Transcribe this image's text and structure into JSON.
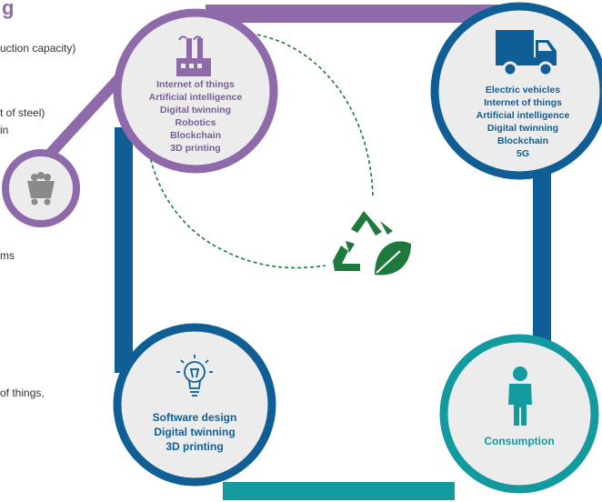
{
  "left_fragments": {
    "heading_fragment": "g",
    "line1": "uction capacity)",
    "line2": "t of steel)",
    "line3": "in",
    "line4": "ms",
    "line5": "of things,"
  },
  "nodes": {
    "production": {
      "items": [
        "Internet of things",
        "Artificial intelligence",
        "Digital twinning",
        "Robotics",
        "Blockchain",
        "3D printing"
      ],
      "icon": "factory-icon",
      "color": "#7a5c99"
    },
    "distribution": {
      "items": [
        "Electric vehicles",
        "Internet of things",
        "Artificial intelligence",
        "Digital twinning",
        "Blockchain",
        "5G"
      ],
      "icon": "truck-icon",
      "color": "#0e5a8a"
    },
    "design": {
      "items": [
        "Software design",
        "Digital twinning",
        "3D printing"
      ],
      "icon": "lightbulb-icon",
      "color": "#0e5a8a"
    },
    "consumption": {
      "items": [
        "Consumption"
      ],
      "icon": "person-icon",
      "color": "#17868c"
    },
    "raw_material": {
      "icon": "mine-cart-icon",
      "color": "#7a5c99"
    },
    "center": {
      "icon": "recycle-leaf-icon",
      "color": "#1e7a3c"
    }
  },
  "colors": {
    "purple": "#8e6aab",
    "blue": "#0f5f96",
    "teal": "#139a9f",
    "green": "#1e7a3c",
    "circle_fill": "#ececec"
  }
}
